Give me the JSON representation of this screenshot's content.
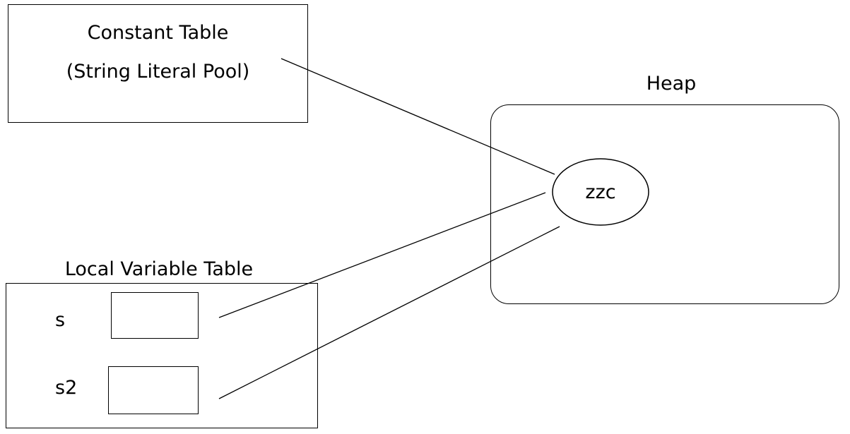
{
  "constant_table": {
    "title_line_1": "Constant Table",
    "title_line_2": "(String Literal Pool)"
  },
  "heap": {
    "title": "Heap",
    "object_value": "zzc"
  },
  "local_variable_table": {
    "title": "Local Variable Table",
    "variables": [
      {
        "name": "s"
      },
      {
        "name": "s2"
      }
    ]
  }
}
